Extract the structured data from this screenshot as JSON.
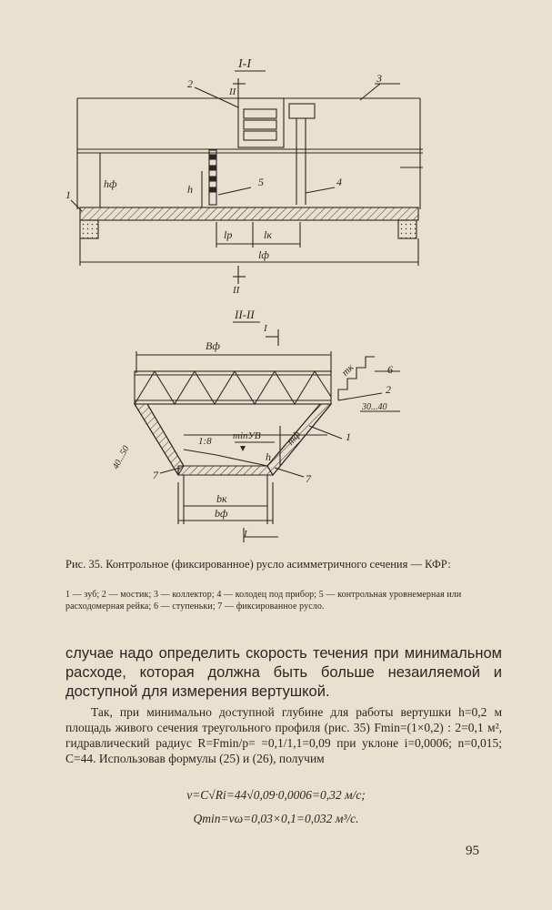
{
  "figure": {
    "section_top": "I-I",
    "section_bottom": "II-II",
    "labels": {
      "n1": "1",
      "n2": "2",
      "n3": "3",
      "n4": "4",
      "n5": "5",
      "n6": "6",
      "n7": "7",
      "roman1": "I",
      "roman2": "II",
      "h_phi": "hф",
      "h": "h",
      "l_r": "lр",
      "l_k": "lк",
      "l_phi": "lф",
      "B_phi": "Bф",
      "b_k": "bк",
      "b_phi": "bф",
      "m_k": "mк",
      "m_phi": "mф",
      "range_left": "40...50",
      "range_right": "30...40",
      "slope": "1:8",
      "min_level": "minУВ"
    }
  },
  "caption": {
    "title": "Рис. 35. Контрольное (фиксированное) русло асимметричного сечения — КФР:",
    "legend": "1 — зуб; 2 — мостик; 3 — коллектор; 4 — колодец под прибор; 5 — контрольная уровнемерная или расходомерная рейка; 6 — ступеньки; 7 — фиксированное русло."
  },
  "body": {
    "para1": "случае надо определить скорость течения при минимальном расходе, которая должна быть больше незаиляемой и доступной для измерения вертушкой.",
    "para2": "Так, при минимально доступной глубине для работы вертушки h=0,2 м площадь живого сечения треугольного профиля (рис. 35) Fmin=(1×0,2) : 2=0,1 м², гидравлический радиус R=Fmin/p= =0,1/1,1=0,09 при уклоне i=0,0006; n=0,015; C=44. Использовав формулы (25) и (26), получим",
    "formula1": "v=C√Ri=44√0,09·0,0006=0,32 м/с;",
    "formula2": "Qmin=vω=0,03×0,1=0,032 м³/с."
  },
  "page_number": "95"
}
